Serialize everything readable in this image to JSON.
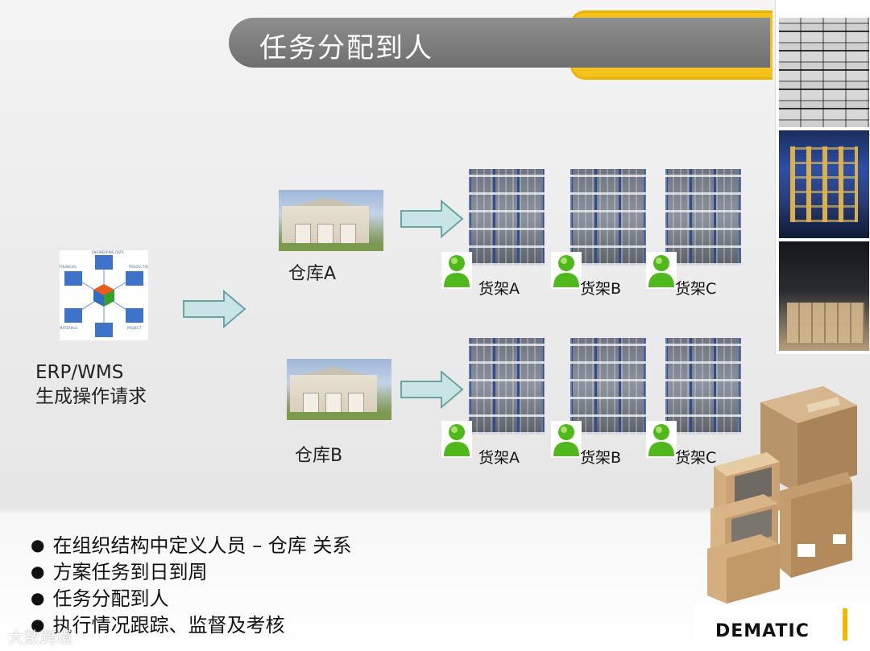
{
  "title": "任务分配到人",
  "erp": {
    "line1": "ERP/WMS",
    "line2": "生成操作请求",
    "icon": "erp-module-diagram"
  },
  "warehouses": [
    {
      "label": "仓库A",
      "shelves": [
        "货架A",
        "货架B",
        "货架C"
      ]
    },
    {
      "label": "仓库B",
      "shelves": [
        "货架A",
        "货架B",
        "货架C"
      ]
    }
  ],
  "bullets": [
    "在组织结构中定义人员 – 仓库 关系",
    "方案任务到日到周",
    "任务分配到人",
    "执行情况跟踪、监督及考核"
  ],
  "logo": "DEMATIC",
  "watermark": "大数跨境",
  "colors": {
    "accent": "#f2b800",
    "title_bar": "#7a7a7a",
    "arrow_fill": "#c9e4e4",
    "arrow_stroke": "#6aa3a3",
    "user_green": "#4fb81a"
  }
}
